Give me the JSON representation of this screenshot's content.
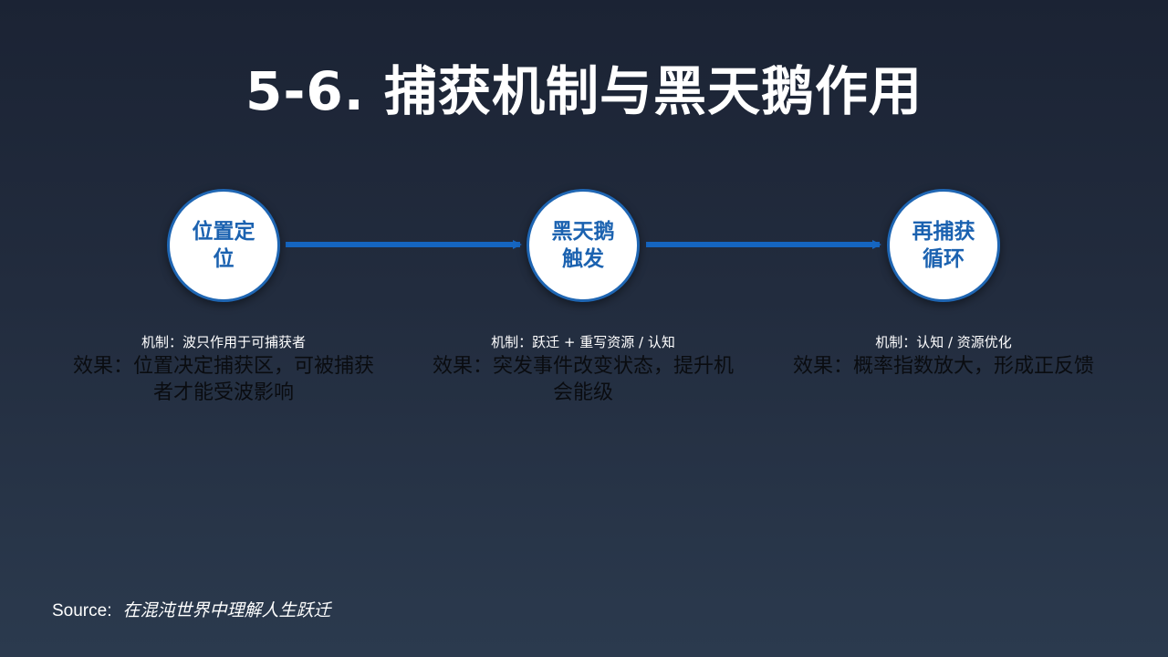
{
  "title": "5-6. 捕获机制与黑天鹅作用",
  "colors": {
    "background_top": "#1b2334",
    "background_bottom": "#2b3a4e",
    "circle_fill": "#ffffff",
    "circle_border": "#1f66b3",
    "circle_text": "#1b62b0",
    "arrow": "#1565c0"
  },
  "steps": [
    {
      "label": "位置定位",
      "mechanism": "机制：波只作用于可捕获者",
      "effect": "效果：位置决定捕获区，可被捕获者才能受波影响"
    },
    {
      "label": "黑天鹅触发",
      "mechanism": "机制：跃迁 + 重写资源 / 认知",
      "effect": "效果：突发事件改变状态，提升机会能级"
    },
    {
      "label": "再捕获循环",
      "mechanism": "机制：认知 / 资源优化",
      "effect": "效果：概率指数放大，形成正反馈"
    }
  ],
  "source": {
    "label": "Source:",
    "text": "在混沌世界中理解人生跃迁"
  }
}
